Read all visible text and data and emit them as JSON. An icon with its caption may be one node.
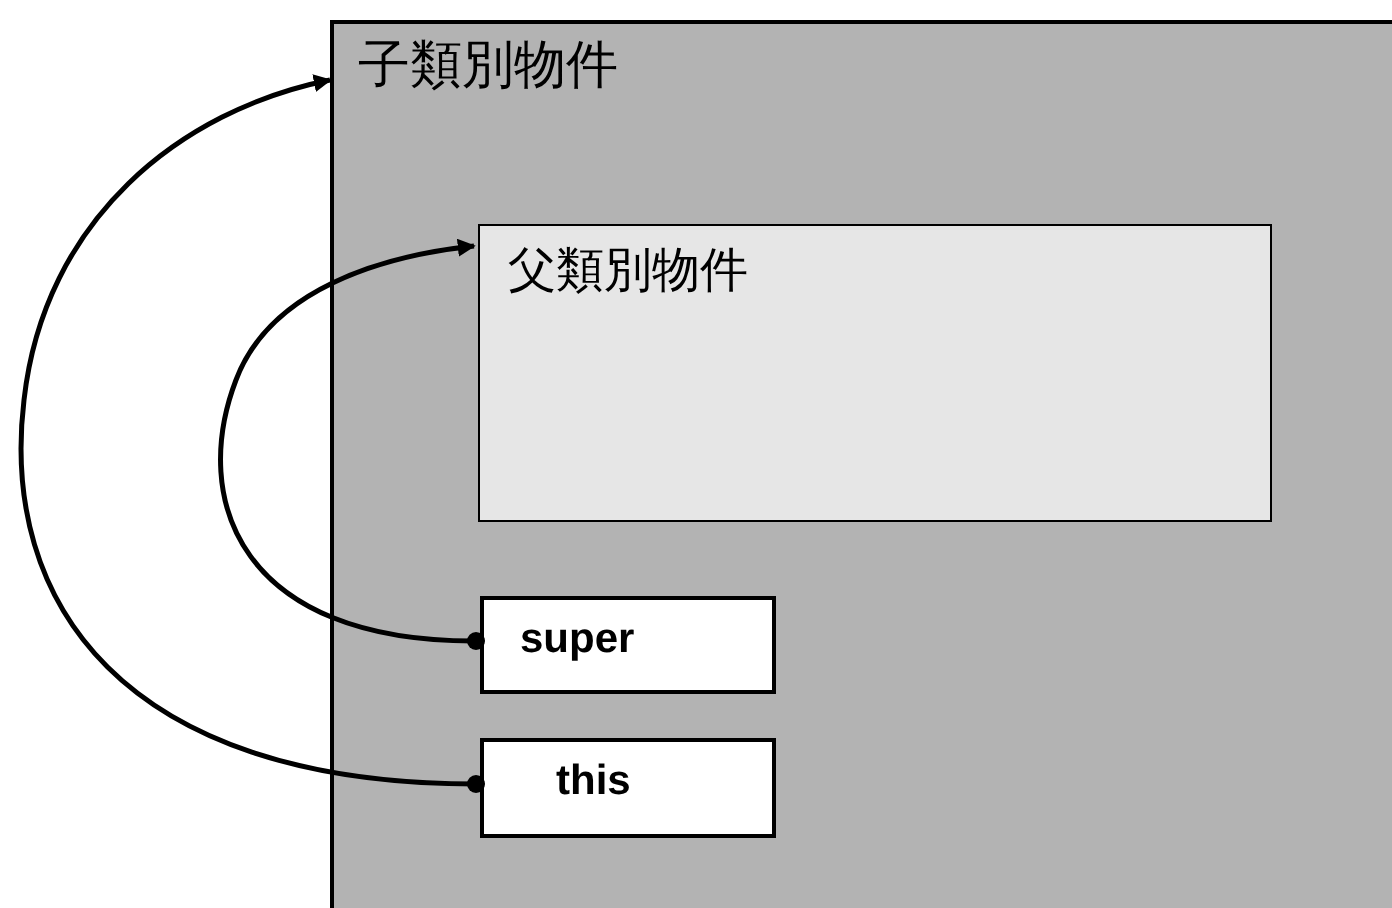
{
  "diagram": {
    "nodes": [
      {
        "text": [
          "子類別物件"
        ]
      },
      {
        "text": [
          "父類別物件"
        ],
        "in": 0
      },
      {
        "text": [
          "super"
        ],
        "in": 0
      },
      {
        "text": [
          "this"
        ],
        "in": 0
      }
    ],
    "edges": [
      {
        "from": 2,
        "to": 1,
        "arrow": "to"
      },
      {
        "from": 3,
        "to": 0,
        "arrow": "to"
      }
    ]
  }
}
